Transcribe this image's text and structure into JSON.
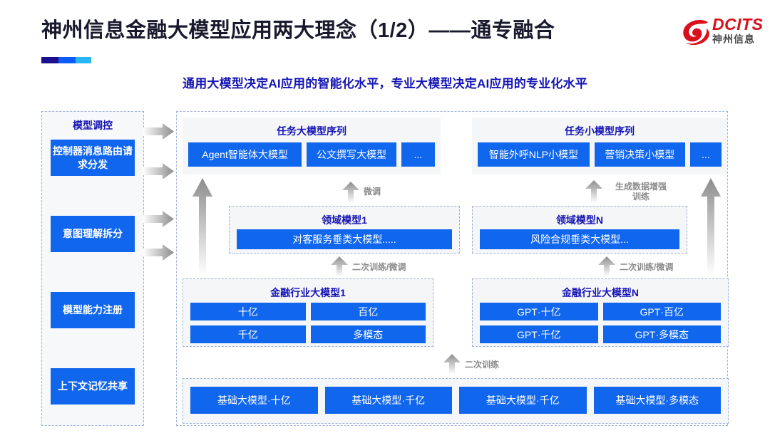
{
  "header": {
    "title": "神州信息金融大模型应用两大理念（1/2）——通专融合",
    "subtitle": "通用大模型决定AI应用的智能化水平，专业大模型决定AI应用的专业化水平",
    "logo": {
      "brand": "DCITS",
      "brand_cn": "神州信息"
    },
    "accent_colors": [
      "#1a0f8c",
      "#0a5cf5",
      "#29b6f6"
    ]
  },
  "diagram": {
    "sidebar": {
      "title": "模型调控",
      "items": [
        {
          "label": "控制器消息路由请求分发"
        },
        {
          "label": "意图理解拆分"
        },
        {
          "label": "模型能力注册"
        },
        {
          "label": "上下文记忆共享"
        }
      ]
    },
    "task_big": {
      "title": "任务大模型序列",
      "chips": [
        "Agent智能体大模型",
        "公文撰写大模型",
        "..."
      ]
    },
    "task_small": {
      "title": "任务小模型序列",
      "chips": [
        "智能外呼NLP小模型",
        "营销决策小模型",
        "..."
      ]
    },
    "domain_left": {
      "title": "领域模型1",
      "bar": "对客服务垂类大模型....."
    },
    "domain_right": {
      "title": "领域模型N",
      "bar": "风险合规垂类大模型..."
    },
    "industry_left": {
      "title": "金融行业大模型1",
      "cells": [
        "十亿",
        "百亿",
        "千亿",
        "多模态"
      ]
    },
    "industry_right": {
      "title": "金融行业大模型N",
      "cells": [
        "GPT·十亿",
        "GPT·百亿",
        "GPT·千亿",
        "GPT·多模态"
      ]
    },
    "base": {
      "cells": [
        "基础大模型·十亿",
        "基础大模型·千亿",
        "基础大模型·千亿",
        "基础大模型·多模态"
      ]
    },
    "arrow_labels": {
      "fine_tune": "微调",
      "data_aug_line1": "生成数据增强",
      "data_aug_line2": "训练",
      "retrain_tune_left": "二次训练/微调",
      "retrain_tune_right": "二次训练/微调",
      "retrain": "二次训练"
    },
    "colors": {
      "box_blue": "#1166ee",
      "title_blue": "#1414b4",
      "dashed": "#9fb2d8"
    }
  }
}
